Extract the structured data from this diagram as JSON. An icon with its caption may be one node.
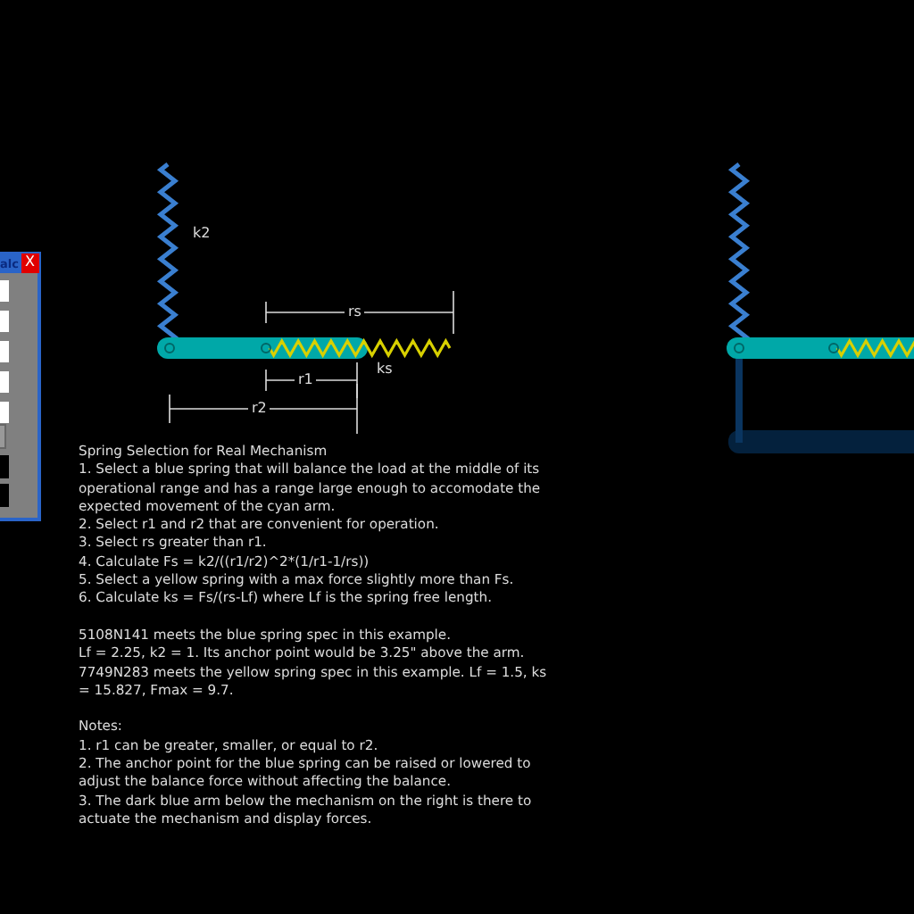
{
  "diagram": {
    "labels": [
      "k2",
      "alc",
      "X",
      "rs",
      "ks",
      "r1",
      "r2",
      "Spring Selection for Real Mechanism",
      "1. Select a blue spring that will balance the load at the middle of its operational range and has a range large enough to accomodate the expected movement of the cyan arm.",
      "2. Select r1 and r2 that are convenient for operation.",
      "3. Select rs greater than r1.",
      "4. Calculate Fs = k2/((r1/r2)^2*(1/r1-1/rs))",
      "5. Select a yellow spring with a max force slightly more than Fs.",
      "6. Calculate ks = Fs/(rs-Lf) where Lf is the spring free length.",
      "5108N141 meets the blue spring spec in this example.",
      "Lf = 2.25, k2 = 1. Its anchor point would be 3.25\" above the arm.",
      "7749N283 meets the yellow spring spec in this example. Lf = 1.5, ks = 15.827, Fmax = 9.7.",
      "Notes:",
      "1. r1 can be greater, smaller, or equal to r2.",
      "2. The anchor point for the blue spring can be raised or lowered to adjust the balance force without affecting the balance.",
      "3. The dark blue arm below the mechanism on the right is there to actuate the mechanism and display forces."
    ]
  }
}
